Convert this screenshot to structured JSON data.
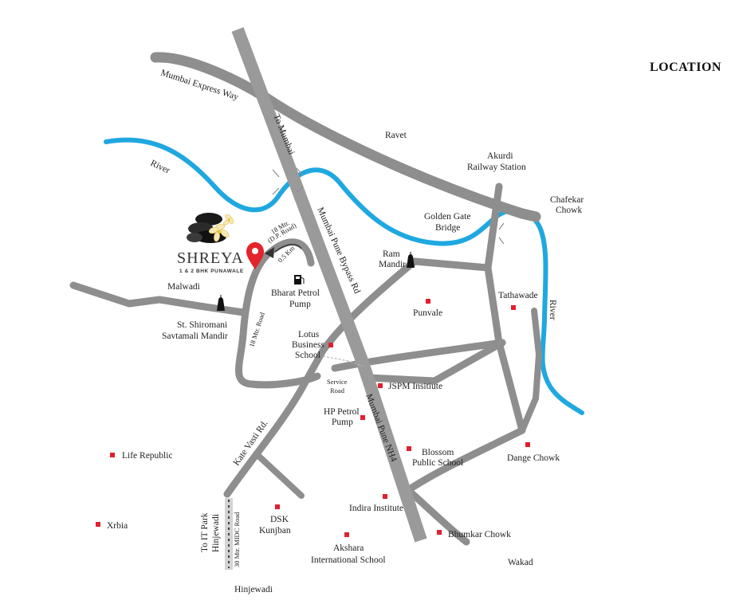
{
  "title": "LOCATION",
  "colors": {
    "road": "#8e8e8e",
    "highway": "#9a9a9a",
    "river": "#1fa8e0",
    "marker": "#e02030",
    "pin": "#e3242b",
    "text": "#222222"
  },
  "project": {
    "name": "SHREYA",
    "tagline": "1 & 2 BHK PUNAWALE",
    "icon": "map-pin-icon"
  },
  "roads": {
    "express_way": "Mumbai Express Way",
    "to_mumbai": "To Mumbai",
    "bypass": "Mumbai Pune Bypass Rd",
    "nh4": "Mumbai Pune NH4",
    "dp_road": "18 Mtr. (D.P. Road)",
    "dp_road_line1": "18 Mtr.",
    "dp_road_line2": "(D.P. Road)",
    "distance": "0.5 Km",
    "mtr_road": "18 Mtr. Road",
    "kate_vasti": "Kate Vasti Rd.",
    "service_road_line1": "Service",
    "service_road_line2": "Road",
    "midc_road": "30 Mtr. MIDC Road",
    "to_it_park_line1": "To IT Park",
    "to_it_park_line2": "Hinjewadi"
  },
  "rivers": {
    "left": "River",
    "right": "River"
  },
  "places": {
    "ravet": "Ravet",
    "akurdi_line1": "Akurdi",
    "akurdi_line2": "Railway Station",
    "chafekar_line1": "Chafekar",
    "chafekar_line2": "Chowk",
    "golden_gate_line1": "Golden Gate",
    "golden_gate_line2": "Bridge",
    "ram_mandir_line1": "Ram",
    "ram_mandir_line2": "Mandir",
    "malwadi": "Malwadi",
    "bharat_line1": "Bharat Petrol",
    "bharat_line2": "Pump",
    "st_shiromani_line1": "St. Shiromani",
    "st_shiromani_line2": "Savtamali Mandir",
    "lotus_line1": "Lotus",
    "lotus_line2": "Business",
    "lotus_line3": "School",
    "punvale": "Punvale",
    "tathawade": "Tathawade",
    "jspm": "JSPM Insitiute",
    "hp_line1": "HP Petrol",
    "hp_line2": "Pump",
    "blossom_line1": "Blossom",
    "blossom_line2": "Public School",
    "dange": "Dange Chowk",
    "life_republic": "Life Republic",
    "xrbia": "Xrbia",
    "dsk_line1": "DSK",
    "dsk_line2": "Kunjban",
    "indira": "Indira Institute",
    "bhumkar": "Bhumkar Chowk",
    "akshara_line1": "Akshara",
    "akshara_line2": "International School",
    "wakad": "Wakad",
    "hinjewadi": "Hinjewadi"
  }
}
